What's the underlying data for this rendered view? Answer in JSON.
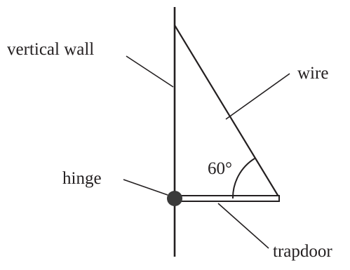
{
  "labels": {
    "vertical_wall": "vertical wall",
    "wire": "wire",
    "hinge": "hinge",
    "trapdoor": "trapdoor",
    "angle": "60°"
  },
  "colors": {
    "line": "#231f20",
    "hinge_fill": "#3a3a3a",
    "background": "#ffffff"
  }
}
